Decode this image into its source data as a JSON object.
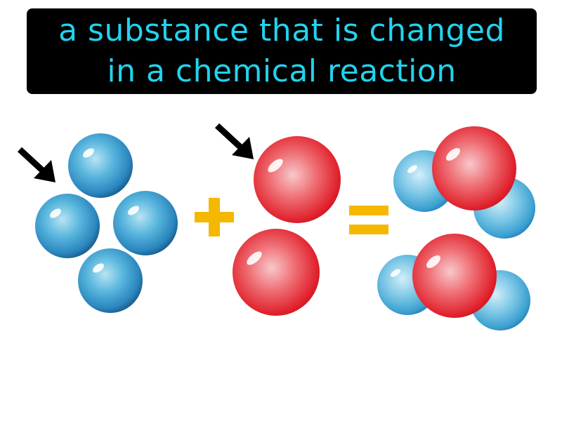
{
  "title": {
    "line1": "a substance that is changed",
    "line2": "in a chemical reaction"
  },
  "colors": {
    "title_background": "#000000",
    "title_text": "#22d3ee",
    "blue_atom": "#2f8fc4",
    "red_atom": "#e4232b",
    "operator": "#f5b800",
    "arrow": "#000000"
  },
  "diagram": {
    "blue_atom_count": 4,
    "red_atom_count": 2,
    "product_molecule_count": 2,
    "operators": [
      "plus-sign",
      "equals-sign"
    ],
    "arrows_point_to": [
      "blue-atom-group",
      "red-atom-group"
    ]
  }
}
